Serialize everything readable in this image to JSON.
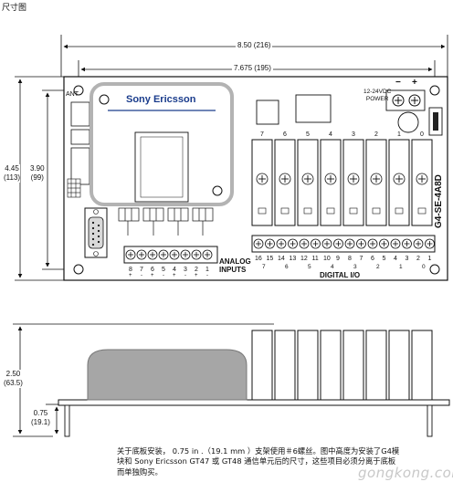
{
  "title": "尺寸图",
  "dimensions": {
    "overall_width": "8.50 (216)",
    "hole_spacing_width": "7.675 (195)",
    "overall_height": "4.45\n(113)",
    "hole_spacing_height": "3.90\n(99)",
    "component_height": "2.50\n(63.5)",
    "standoff_height": "0.75\n(19.1)"
  },
  "board": {
    "ant_label": "ANT",
    "brand": "Sony Ericsson",
    "power_label": "12-24VDC\nPOWER",
    "power_polarity": [
      "−",
      "+"
    ],
    "model": "G4-SE-4A8D",
    "analog_label": "ANALOG\nINPUTS",
    "digital_label": "DIGITAL I/O",
    "relay_numbers": [
      "7",
      "6",
      "5",
      "4",
      "3",
      "2",
      "1",
      "0"
    ],
    "analog_terminal_top": [
      "8",
      "7",
      "6",
      "5",
      "4",
      "3",
      "2",
      "1"
    ],
    "analog_terminal_bottom": [
      "+",
      "-",
      "+",
      "-",
      "+",
      "-",
      "+",
      "-"
    ],
    "digital_terminal_top": [
      "16",
      "15",
      "14",
      "13",
      "12",
      "11",
      "10",
      "9",
      "8",
      "7",
      "6",
      "5",
      "4",
      "3",
      "2",
      "1"
    ],
    "digital_terminal_bottom": [
      "7",
      "6",
      "5",
      "4",
      "3",
      "2",
      "1",
      "0"
    ]
  },
  "note": "关于底板安装，  0.75 in .（19.1 mm ）支架使用＃6螺丝。图中高度为安装了G4模块和 Sony Ericsson GT47     或 GT48 通信单元后的尺寸，这些项目必须分离于底板而单独购买。",
  "watermark": "gongkong.com"
}
